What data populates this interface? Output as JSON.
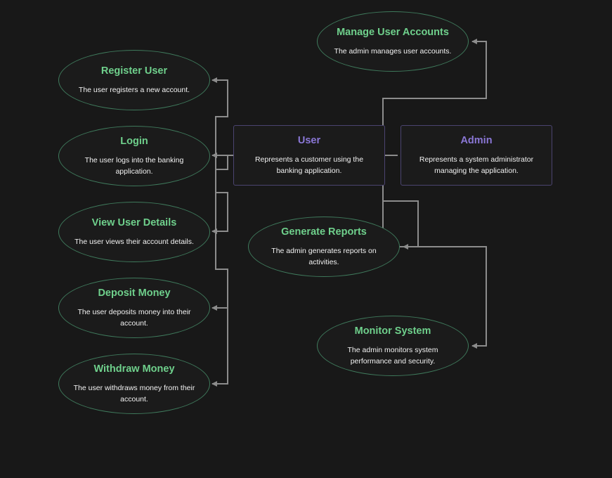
{
  "colors": {
    "background": "#181818",
    "usecase_title": "#6fd08c",
    "usecase_border": "#3f7a5c",
    "actor_title": "#8a77d6",
    "actor_border": "#4b4470",
    "connector": "#8c8c8c",
    "description": "#f2f2f2"
  },
  "actors": {
    "user": {
      "title": "User",
      "description": "Represents a customer using the banking application."
    },
    "admin": {
      "title": "Admin",
      "description": "Represents a system administrator managing the application."
    }
  },
  "use_cases": {
    "register_user": {
      "title": "Register User",
      "description": "The user registers a new account."
    },
    "login": {
      "title": "Login",
      "description": "The user logs into the banking application."
    },
    "view_user_details": {
      "title": "View User Details",
      "description": "The user views their account details."
    },
    "deposit_money": {
      "title": "Deposit Money",
      "description": "The user deposits money into their account."
    },
    "withdraw_money": {
      "title": "Withdraw Money",
      "description": "The user withdraws money from their account."
    },
    "manage_user_accounts": {
      "title": "Manage User Accounts",
      "description": "The admin manages user accounts."
    },
    "generate_reports": {
      "title": "Generate Reports",
      "description": "The admin generates reports on activities."
    },
    "monitor_system": {
      "title": "Monitor System",
      "description": "The admin monitors system performance and security."
    }
  },
  "relations": [
    {
      "from": "user",
      "to": "register_user"
    },
    {
      "from": "user",
      "to": "login"
    },
    {
      "from": "user",
      "to": "view_user_details"
    },
    {
      "from": "user",
      "to": "deposit_money"
    },
    {
      "from": "user",
      "to": "withdraw_money"
    },
    {
      "from": "admin",
      "to": "manage_user_accounts"
    },
    {
      "from": "admin",
      "to": "generate_reports"
    },
    {
      "from": "admin",
      "to": "monitor_system"
    }
  ]
}
